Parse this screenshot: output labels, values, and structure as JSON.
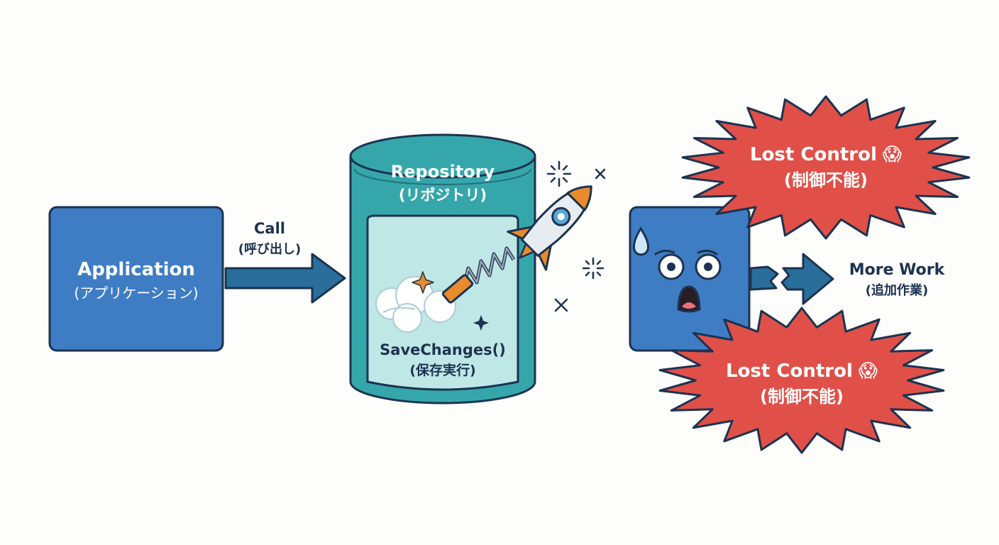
{
  "application": {
    "title": "Application",
    "subtitle": "(アプリケーション)"
  },
  "call": {
    "title": "Call",
    "subtitle": "(呼び出し)"
  },
  "repository": {
    "title": "Repository",
    "subtitle": "(リポジトリ)",
    "method": "SaveChanges()",
    "method_subtitle": "(保存実行)"
  },
  "burst_top": {
    "title": "Lost Control",
    "emoji": "😱",
    "subtitle": "(制御不能)"
  },
  "burst_bottom": {
    "title": "Lost Control",
    "emoji": "😱",
    "subtitle": "(制御不能)"
  },
  "more_work": {
    "title": "More Work",
    "subtitle": "(追加作業)"
  },
  "colors": {
    "app_blue": "#3e7dc4",
    "outline": "#1c3350",
    "teal": "#35a7ab",
    "teal_inner": "#bfe7e6",
    "arrow": "#2a6e9b",
    "burst_red": "#e05048",
    "rocket_orange": "#e98a2c"
  },
  "icons": [
    "rocket-icon",
    "spring-icon",
    "sparkle-icon",
    "sweat-drop-icon",
    "scared-face-icon",
    "scream-emoji-icon"
  ]
}
